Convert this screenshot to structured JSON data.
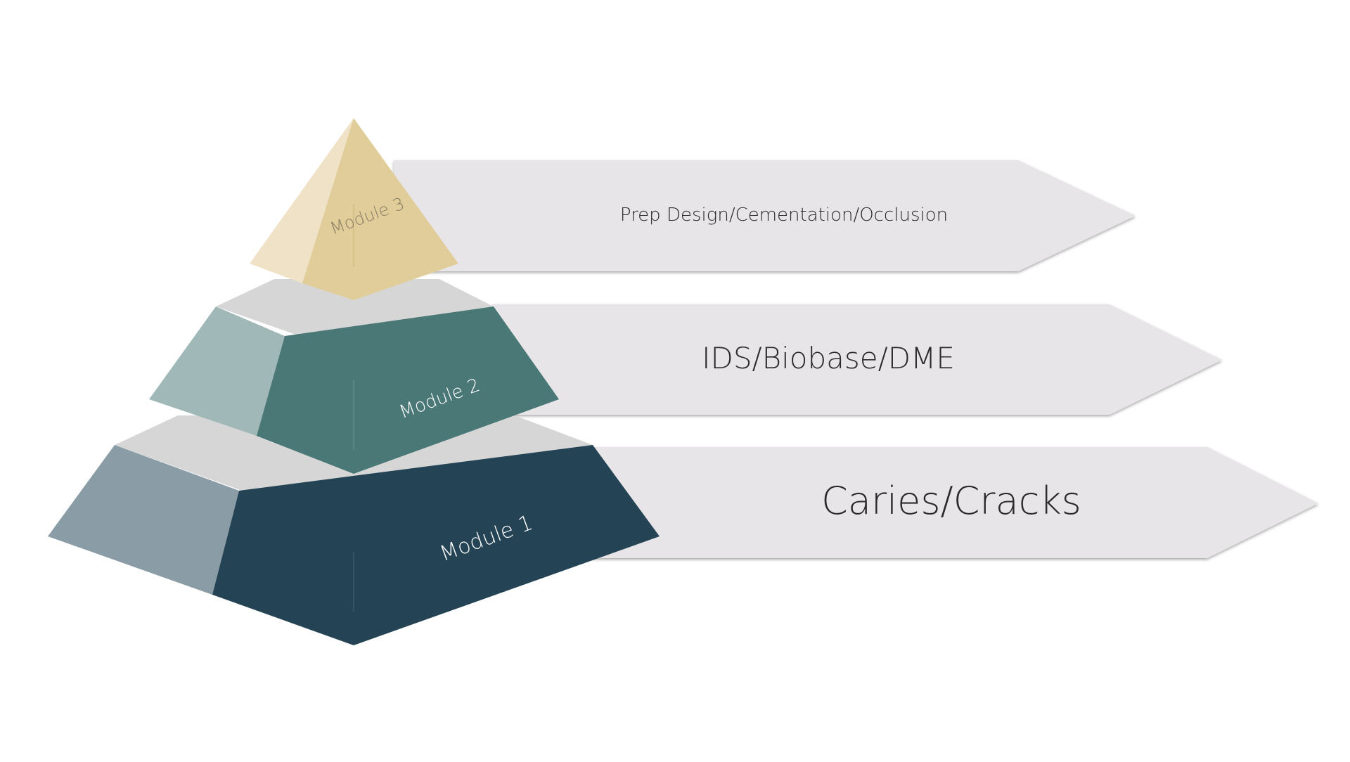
{
  "pyramid": {
    "tiers": [
      {
        "id": "module-1",
        "label": "Module 1",
        "description": "Caries/Cracks",
        "colors": {
          "front": "#244455",
          "side": "#8a9ca6",
          "top": "#d6d6d6"
        }
      },
      {
        "id": "module-2",
        "label": "Module 2",
        "description": "IDS/Biobase/DME",
        "colors": {
          "front": "#4a7876",
          "side": "#a0b9b8",
          "top": "#d6d6d6"
        }
      },
      {
        "id": "module-3",
        "label": "Module 3",
        "description": "Prep Design/Cementation/Occlusion",
        "colors": {
          "front": "#e0cd99",
          "side": "#efe2c6"
        }
      }
    ],
    "arrow_color": "#e8e5e8"
  }
}
